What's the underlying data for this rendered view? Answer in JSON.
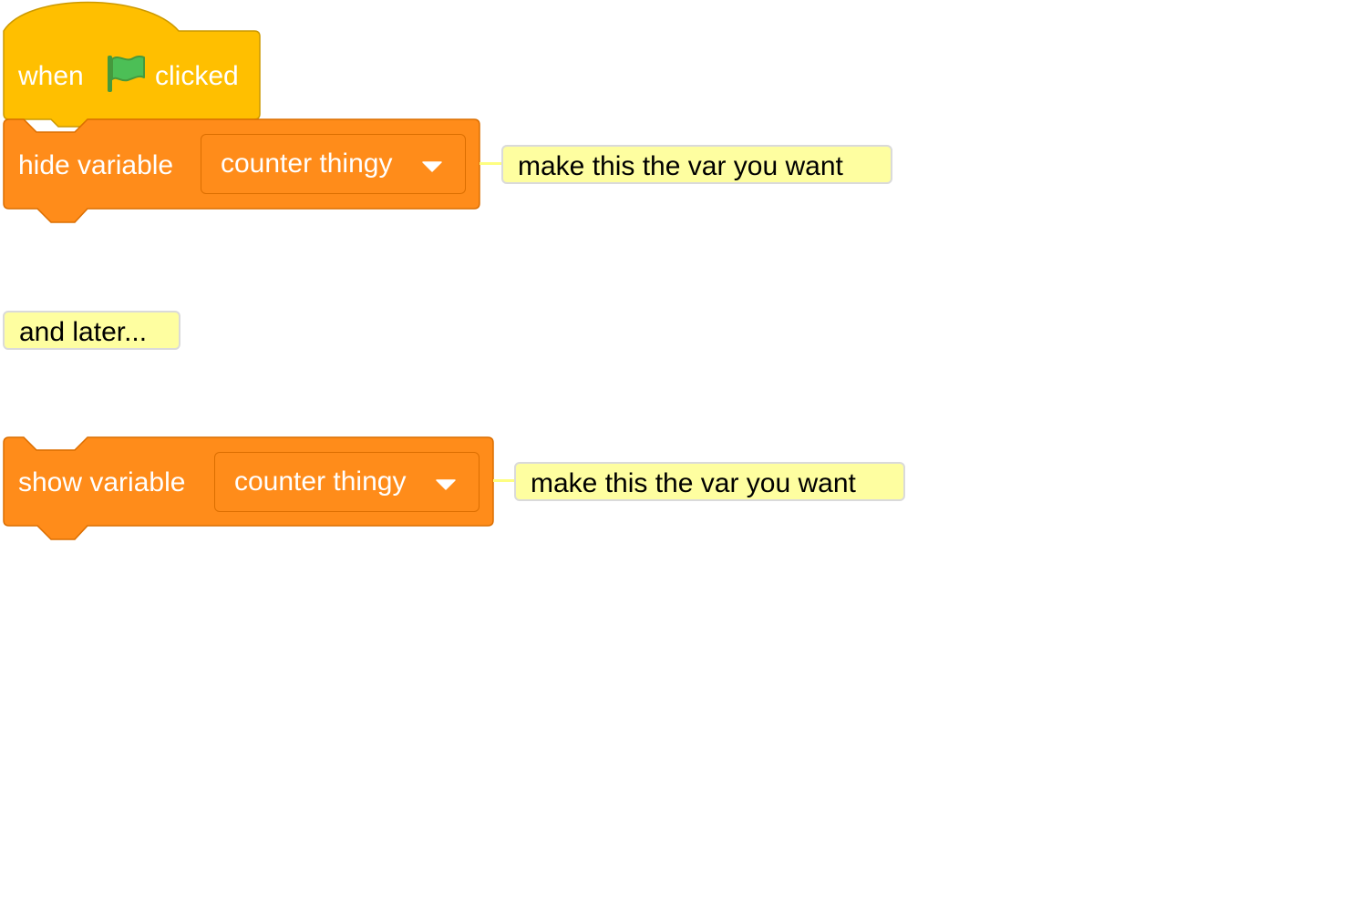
{
  "colors": {
    "events_fill": "#ffbf00",
    "events_border": "#cc9900",
    "variables_fill": "#ff8c1a",
    "variables_border": "#db6e00",
    "flag_green": "#4cbf56",
    "flag_border": "#45993d",
    "comment_fill": "#fefea0",
    "comment_border": "#dadada"
  },
  "hat_block": {
    "text_before": "when",
    "icon": "green-flag-icon",
    "text_after": "clicked"
  },
  "hide_block": {
    "label": "hide variable",
    "dropdown_value": "counter thingy",
    "comment": "make this the var you want"
  },
  "floating_comment": {
    "text": "and later..."
  },
  "show_block": {
    "label": "show variable",
    "dropdown_value": "counter thingy",
    "comment": "make this the var you want"
  }
}
